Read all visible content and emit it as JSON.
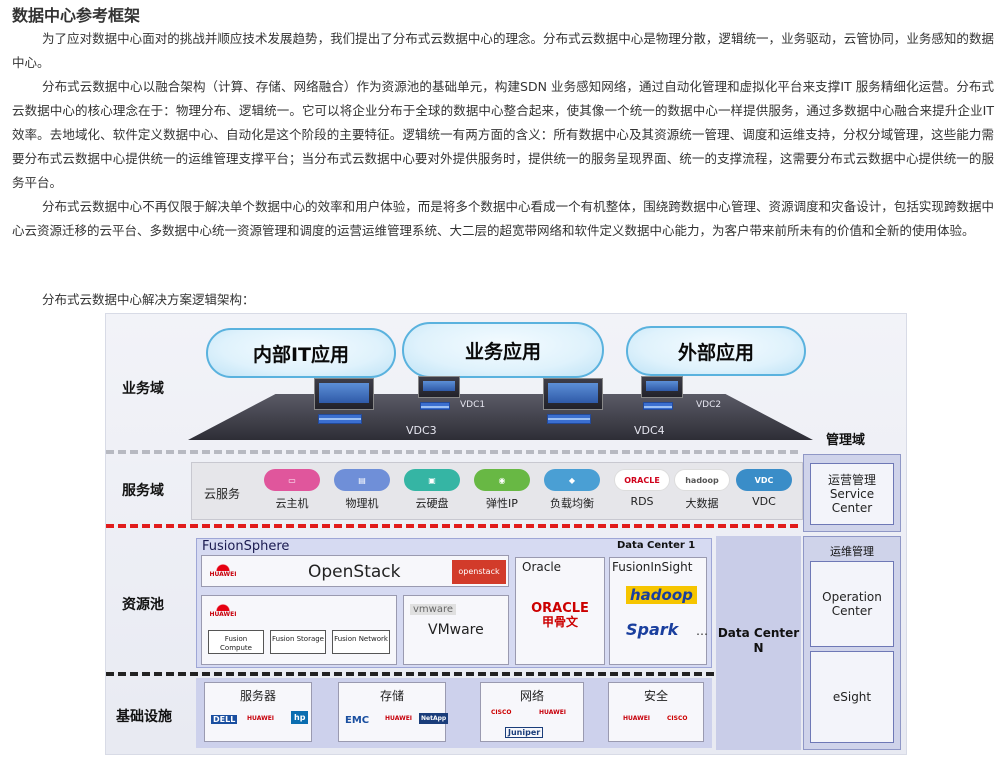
{
  "article": {
    "title": "数据中心参考框架",
    "paragraphs": [
      "为了应对数据中心面对的挑战并顺应技术发展趋势，我们提出了分布式云数据中心的理念。分布式云数据中心是物理分散，逻辑统一，业务驱动，云管协同，业务感知的数据中心。",
      "分布式云数据中心以融合架构（计算、存储、网络融合）作为资源池的基础单元，构建SDN 业务感知网络，通过自动化管理和虚拟化平台来支撑IT 服务精细化运营。分布式云数据中心的核心理念在于：物理分布、逻辑统一。它可以将企业分布于全球的数据中心整合起来，使其像一个统一的数据中心一样提供服务，通过多数据中心融合来提升企业IT 效率。去地域化、软件定义数据中心、自动化是这个阶段的主要特征。逻辑统一有两方面的含义：所有数据中心及其资源统一管理、调度和运维支持，分权分域管理，这些能力需要分布式云数据中心提供统一的运维管理支撑平台；当分布式云数据中心要对外提供服务时，提供统一的服务呈现界面、统一的支撑流程，这需要分布式云数据中心提供统一的服务平台。",
      "分布式云数据中心不再仅限于解决单个数据中心的效率和用户体验，而是将多个数据中心看成一个有机整体，围绕跨数据中心管理、资源调度和灾备设计，包括实现跨数据中心云资源迁移的云平台、多数据中心统一资源管理和调度的运营运维管理系统、大二层的超宽带网络和软件定义数据中心能力，为客户带来前所未有的价值和全新的使用体验。"
    ],
    "caption": "分布式云数据中心解决方案逻辑架构："
  },
  "diagram": {
    "domains": {
      "business": "业务域",
      "service": "服务域",
      "resource": "资源池",
      "infrastructure": "基础设施",
      "management": "管理域"
    },
    "clouds": [
      "内部IT应用",
      "业务应用",
      "外部应用"
    ],
    "vdc_labels": {
      "vdc1": "VDC1",
      "vdc2": "VDC2",
      "vdc3": "VDC3",
      "vdc4": "VDC4"
    },
    "service_panel": {
      "label": "云服务",
      "items": [
        {
          "name": "云主机",
          "icon": "cloud-host-icon",
          "color": "#e0569c"
        },
        {
          "name": "物理机",
          "icon": "physical-machine-icon",
          "color": "#6f8fd8"
        },
        {
          "name": "云硬盘",
          "icon": "cloud-disk-icon",
          "color": "#35b5a4"
        },
        {
          "name": "弹性IP",
          "icon": "elastic-ip-icon",
          "color": "#68b844"
        },
        {
          "name": "负载均衡",
          "icon": "load-balance-icon",
          "color": "#4a9fd4"
        },
        {
          "name": "RDS",
          "icon": "oracle-logo",
          "color": "#d0021b"
        },
        {
          "name": "大数据",
          "icon": "hadoop-logo",
          "color": "#e6b800"
        },
        {
          "name": "VDC",
          "icon": "vdc-icon",
          "color": "#3a8dc8"
        }
      ]
    },
    "resource_pool": {
      "fusionsphere": "FusionSphere",
      "openstack": "OpenStack",
      "openstack_logo": "openstack",
      "huawei": "HUAWEI",
      "fusion_boxes": [
        "Fusion Compute",
        "Fusion Storage",
        "Fusion Network"
      ],
      "vmware_logo": "vmware",
      "vmware": "VMware",
      "oracle_title": "Oracle",
      "oracle_logo": "ORACLE",
      "oracle_cn": "甲骨文",
      "fusioninsight": "FusionInSight",
      "hadoop": "hadoop",
      "spark": "Spark",
      "ellipsis": "…",
      "dc1": "Data Center 1",
      "dcn": "Data Center N"
    },
    "infrastructure": [
      {
        "label": "服务器",
        "logos": [
          "DELL",
          "HUAWEI",
          "hp"
        ]
      },
      {
        "label": "存储",
        "logos": [
          "EMC",
          "HUAWEI",
          "NetApp"
        ]
      },
      {
        "label": "网络",
        "logos": [
          "CISCO",
          "HUAWEI",
          "Juniper"
        ]
      },
      {
        "label": "安全",
        "logos": [
          "HUAWEI",
          "CISCO"
        ]
      }
    ],
    "management": {
      "ops_title": "运营管理",
      "service_center": "Service Center",
      "om_title": "运维管理",
      "operation_center": "Operation Center",
      "esight": "eSight"
    }
  }
}
